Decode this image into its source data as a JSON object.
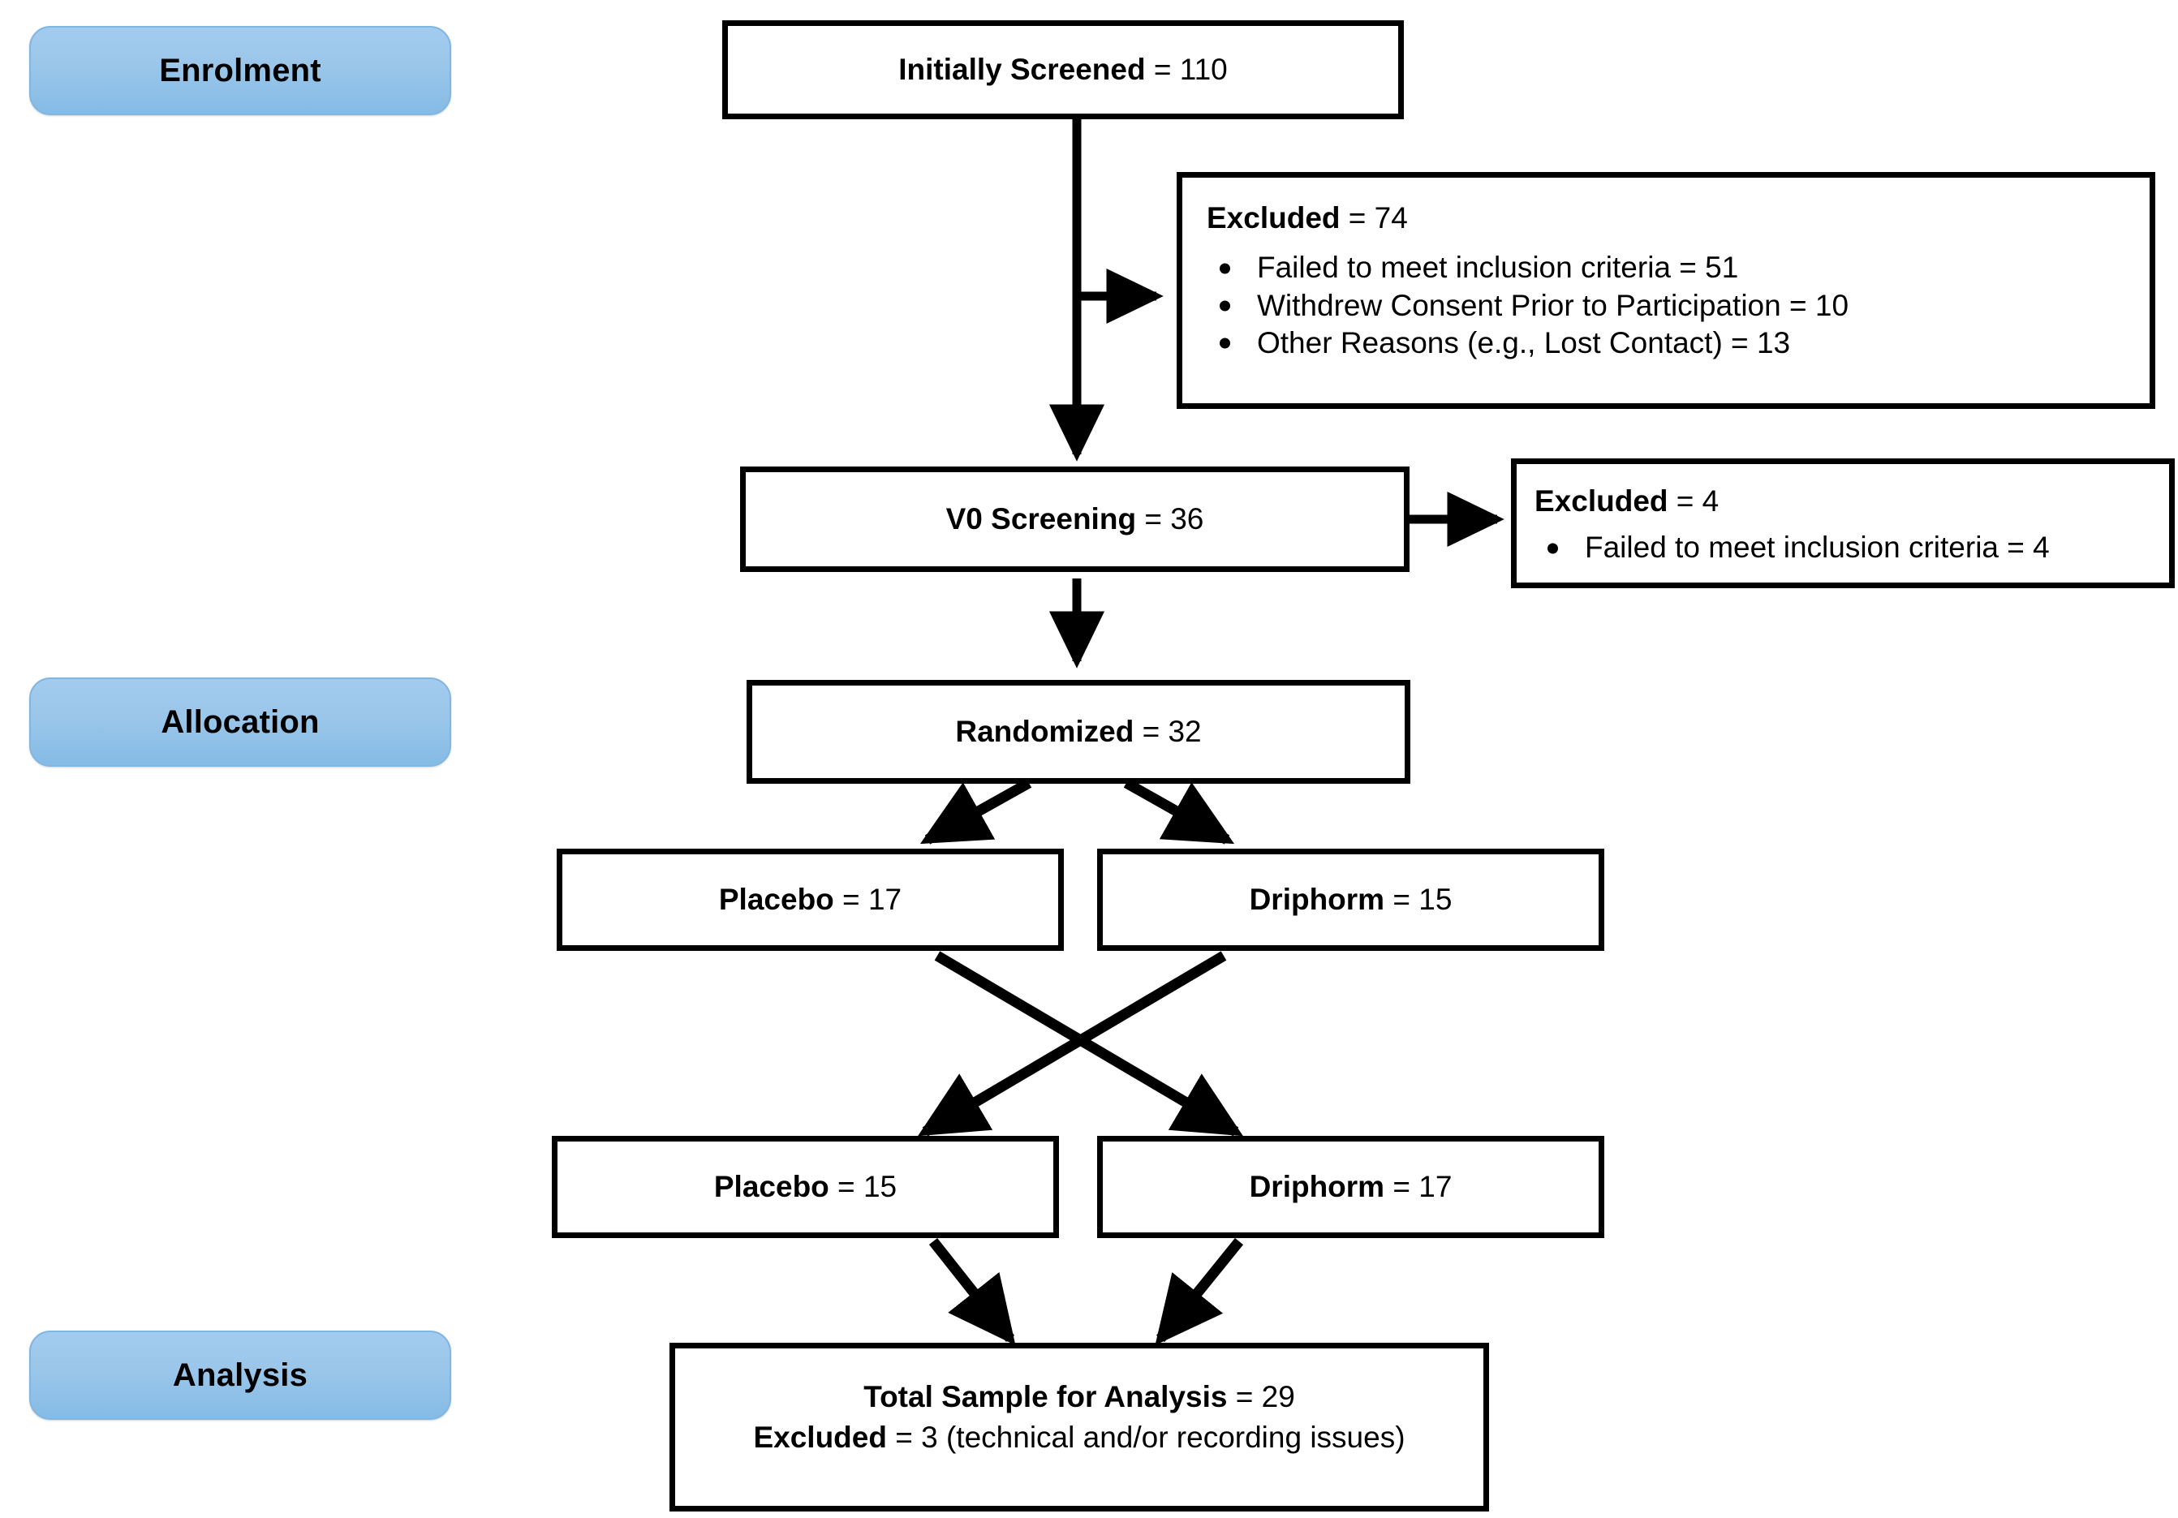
{
  "diagram": {
    "type": "consort-flow-diagram",
    "background_color": "#FFFFFF",
    "line_color": "#000000",
    "stage_badge_color": "#9AC6EA"
  },
  "stages": [
    {
      "id": "enrolment",
      "label": "Enrolment"
    },
    {
      "id": "allocation",
      "label": "Allocation"
    },
    {
      "id": "analysis",
      "label": "Analysis"
    }
  ],
  "nodes": {
    "initially_screened": {
      "label": "Initially Screened",
      "separator": " = ",
      "value": "110"
    },
    "excluded_screening": {
      "label": "Excluded",
      "separator": " = ",
      "value": "74",
      "reasons": [
        {
          "label": "Failed to meet inclusion criteria",
          "separator": " = ",
          "value": "51"
        },
        {
          "label": "Withdrew Consent Prior to Participation",
          "separator": " = ",
          "value": "10"
        },
        {
          "label": "Other Reasons (e.g., Lost Contact)",
          "separator": " = ",
          "value": "13"
        }
      ]
    },
    "v0_screening": {
      "label": "V0 Screening",
      "separator": " = ",
      "value": "36"
    },
    "excluded_v0": {
      "label": "Excluded",
      "separator": " = ",
      "value": "4",
      "reasons": [
        {
          "label": "Failed to meet inclusion criteria",
          "separator": " = ",
          "value": "4"
        }
      ]
    },
    "randomized": {
      "label": "Randomized",
      "separator": " = ",
      "value": "32"
    },
    "period1_placebo": {
      "label": "Placebo",
      "separator": " = ",
      "value": "17"
    },
    "period1_driphorm": {
      "label": "Driphorm",
      "separator": " = ",
      "value": "15"
    },
    "period2_placebo": {
      "label": "Placebo",
      "separator": " = ",
      "value": "15"
    },
    "period2_driphorm": {
      "label": "Driphorm",
      "separator": " = ",
      "value": "17"
    },
    "total_analysis": {
      "line1_label": "Total Sample for Analysis",
      "line1_separator": " = ",
      "line1_value": "29",
      "line2_label": "Excluded",
      "line2_separator": " = ",
      "line2_value": "3 (technical and/or recording issues)"
    }
  },
  "chart_data": {
    "type": "flow",
    "title": "CONSORT participant flow diagram",
    "stages": [
      "Enrolment",
      "Allocation",
      "Analysis"
    ],
    "nodes": [
      {
        "id": "initially_screened",
        "text": "Initially Screened = 110",
        "n": 110,
        "stage": "Enrolment"
      },
      {
        "id": "excluded_screening",
        "text": "Excluded = 74",
        "n": 74,
        "stage": "Enrolment"
      },
      {
        "id": "v0_screening",
        "text": "V0 Screening = 36",
        "n": 36,
        "stage": "Enrolment"
      },
      {
        "id": "excluded_v0",
        "text": "Excluded = 4",
        "n": 4,
        "stage": "Enrolment"
      },
      {
        "id": "randomized",
        "text": "Randomized = 32",
        "n": 32,
        "stage": "Allocation"
      },
      {
        "id": "period1_placebo",
        "text": "Placebo = 17",
        "n": 17,
        "stage": "Allocation"
      },
      {
        "id": "period1_driphorm",
        "text": "Driphorm = 15",
        "n": 15,
        "stage": "Allocation"
      },
      {
        "id": "period2_placebo",
        "text": "Placebo = 15",
        "n": 15,
        "stage": "Allocation"
      },
      {
        "id": "period2_driphorm",
        "text": "Driphorm = 17",
        "n": 17,
        "stage": "Allocation"
      },
      {
        "id": "total_analysis",
        "text": "Total Sample for Analysis = 29",
        "n": 29,
        "stage": "Analysis"
      }
    ],
    "edges": [
      {
        "from": "initially_screened",
        "to": "excluded_screening"
      },
      {
        "from": "initially_screened",
        "to": "v0_screening"
      },
      {
        "from": "v0_screening",
        "to": "excluded_v0"
      },
      {
        "from": "v0_screening",
        "to": "randomized"
      },
      {
        "from": "randomized",
        "to": "period1_placebo"
      },
      {
        "from": "randomized",
        "to": "period1_driphorm"
      },
      {
        "from": "period1_placebo",
        "to": "period2_driphorm"
      },
      {
        "from": "period1_driphorm",
        "to": "period2_placebo"
      },
      {
        "from": "period2_placebo",
        "to": "total_analysis"
      },
      {
        "from": "period2_driphorm",
        "to": "total_analysis"
      }
    ]
  }
}
